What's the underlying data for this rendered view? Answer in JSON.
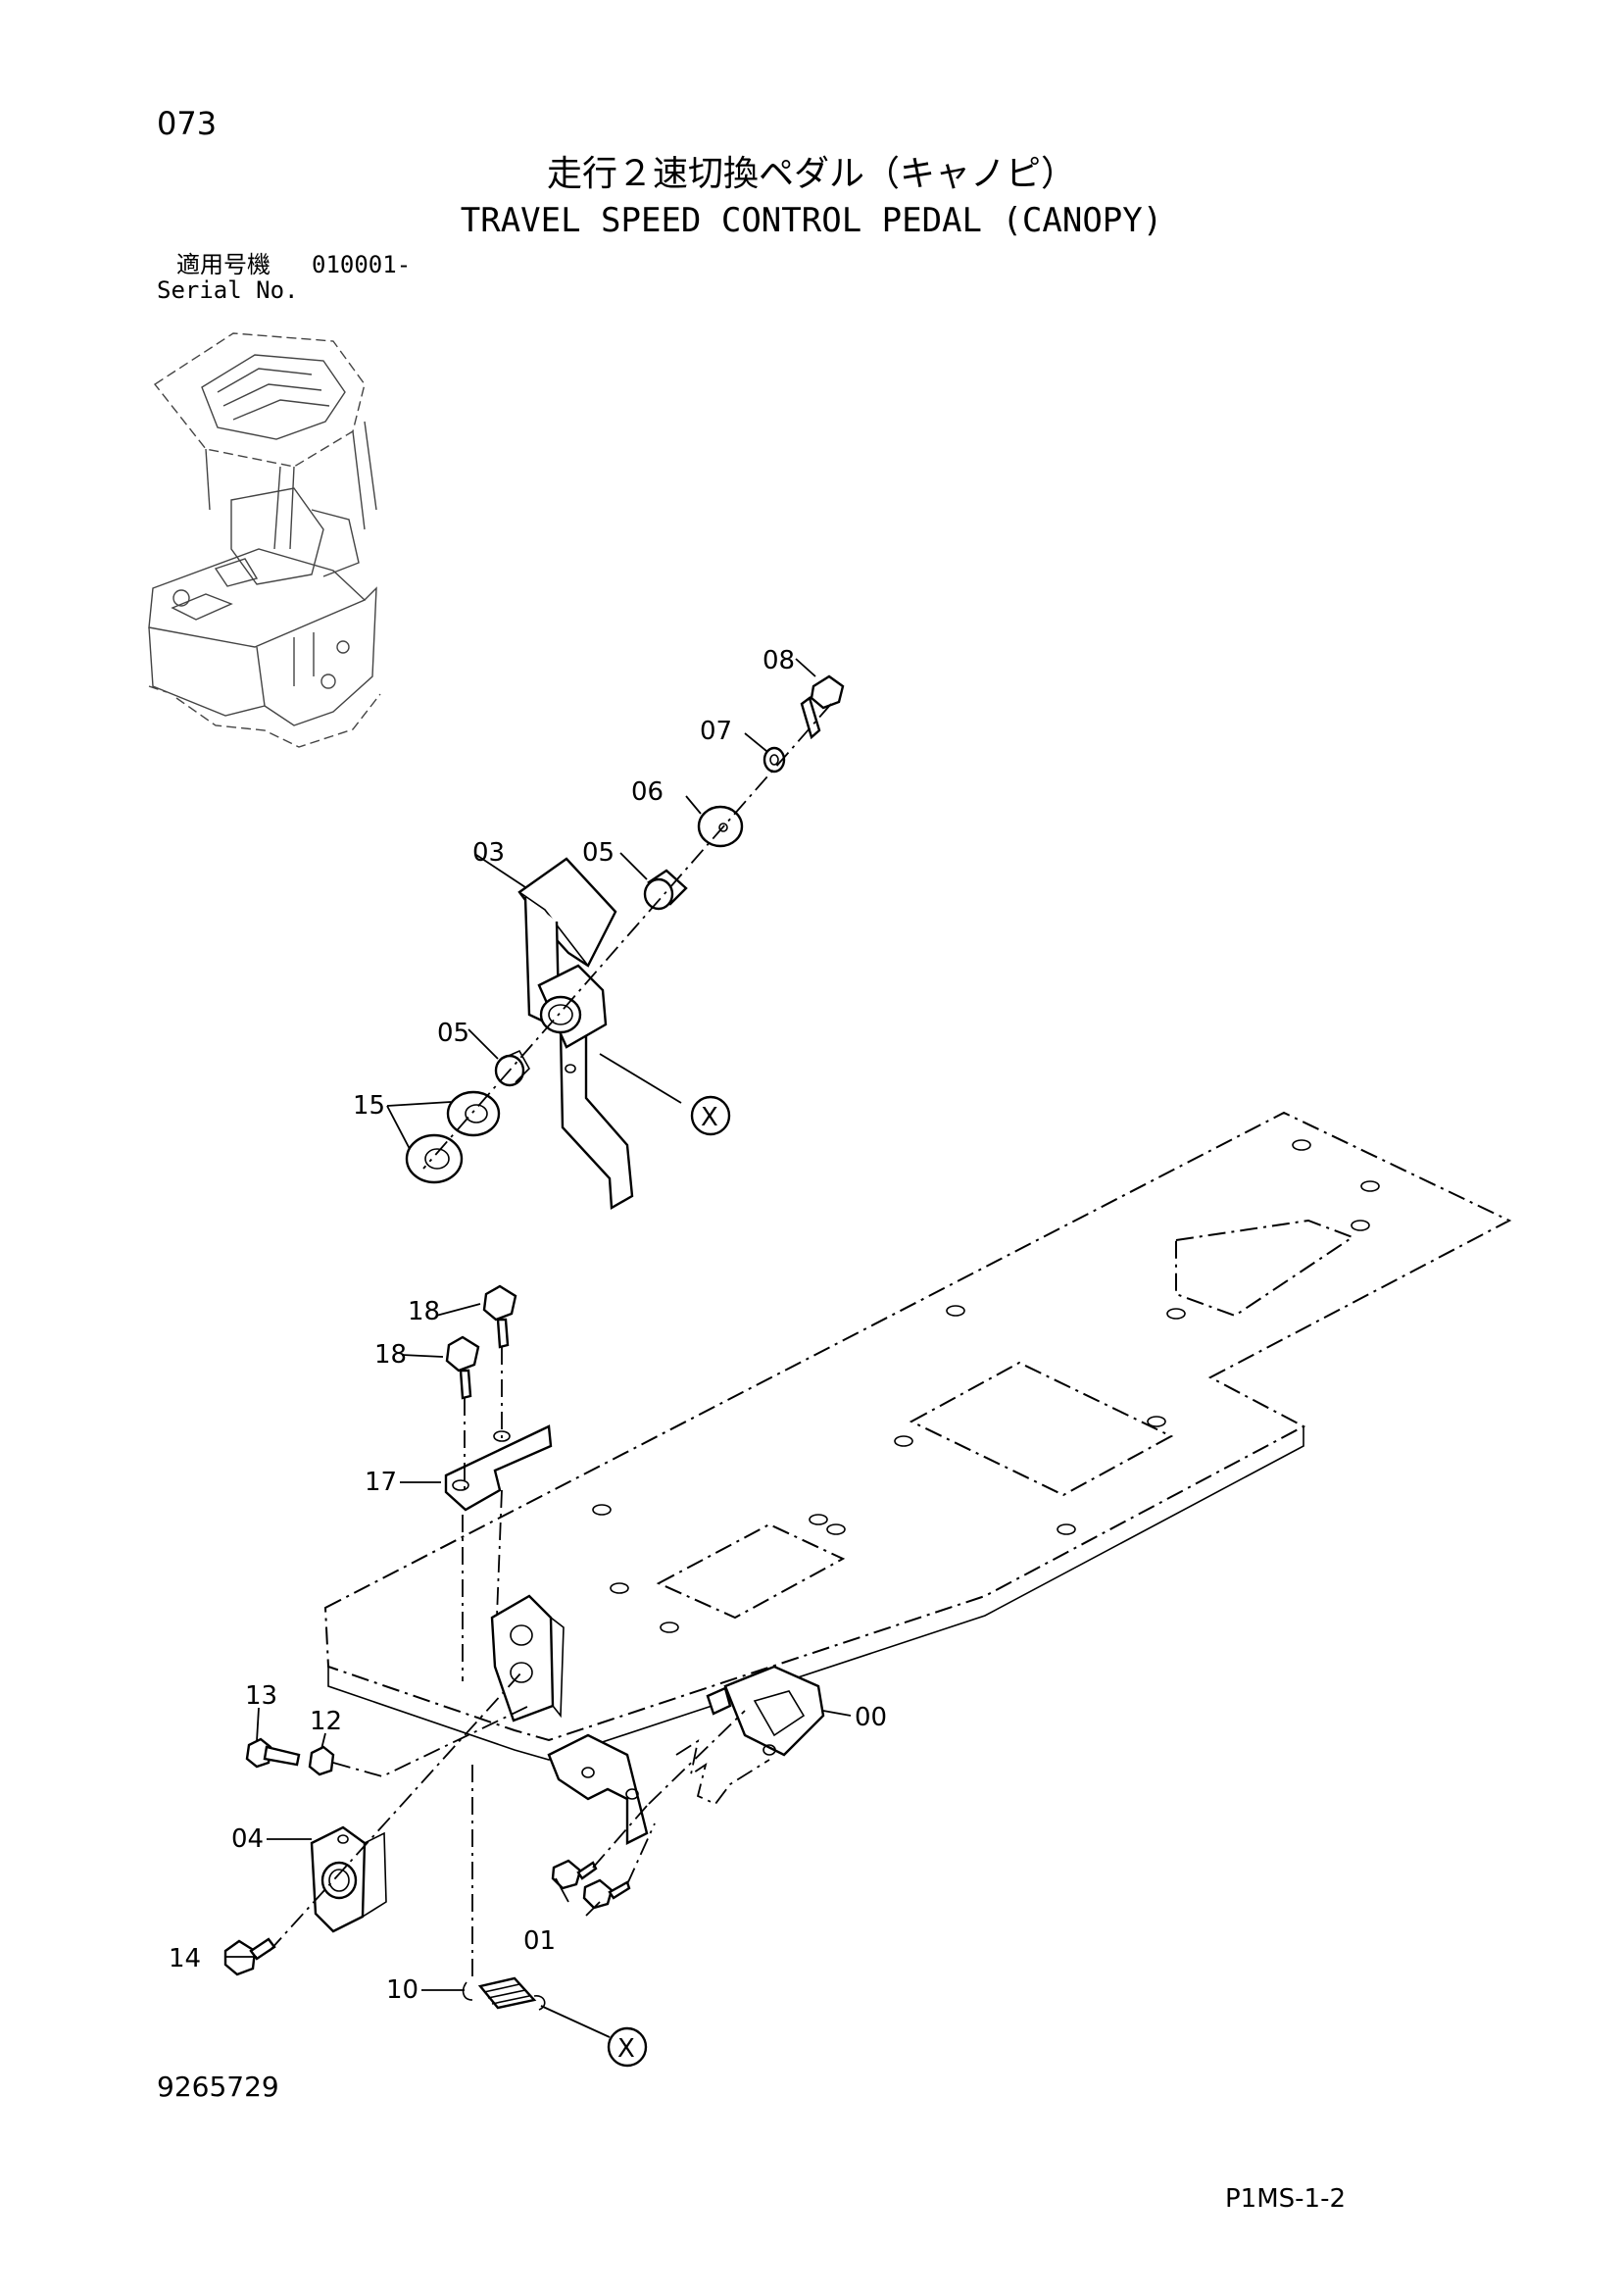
{
  "header": {
    "page_number": "073",
    "title_jp": "走行２速切換ペダル（キャノピ）",
    "title_en": "TRAVEL SPEED CONTROL PEDAL (CANOPY)",
    "serial_label_jp": "適用号機",
    "serial_value": "010001-",
    "serial_label_en": "Serial No."
  },
  "callouts": {
    "p08": "08",
    "p07": "07",
    "p06": "06",
    "p03": "03",
    "p05a": "05",
    "p05b": "05",
    "p15": "15",
    "p18a": "18",
    "p18b": "18",
    "p17": "17",
    "p13": "13",
    "p12": "12",
    "p04": "04",
    "p14": "14",
    "p00": "00",
    "p01": "01",
    "p10": "10"
  },
  "reference_mark": "X",
  "footer": {
    "doc_number": "9265729",
    "figure_code": "P1MS-1-2"
  }
}
